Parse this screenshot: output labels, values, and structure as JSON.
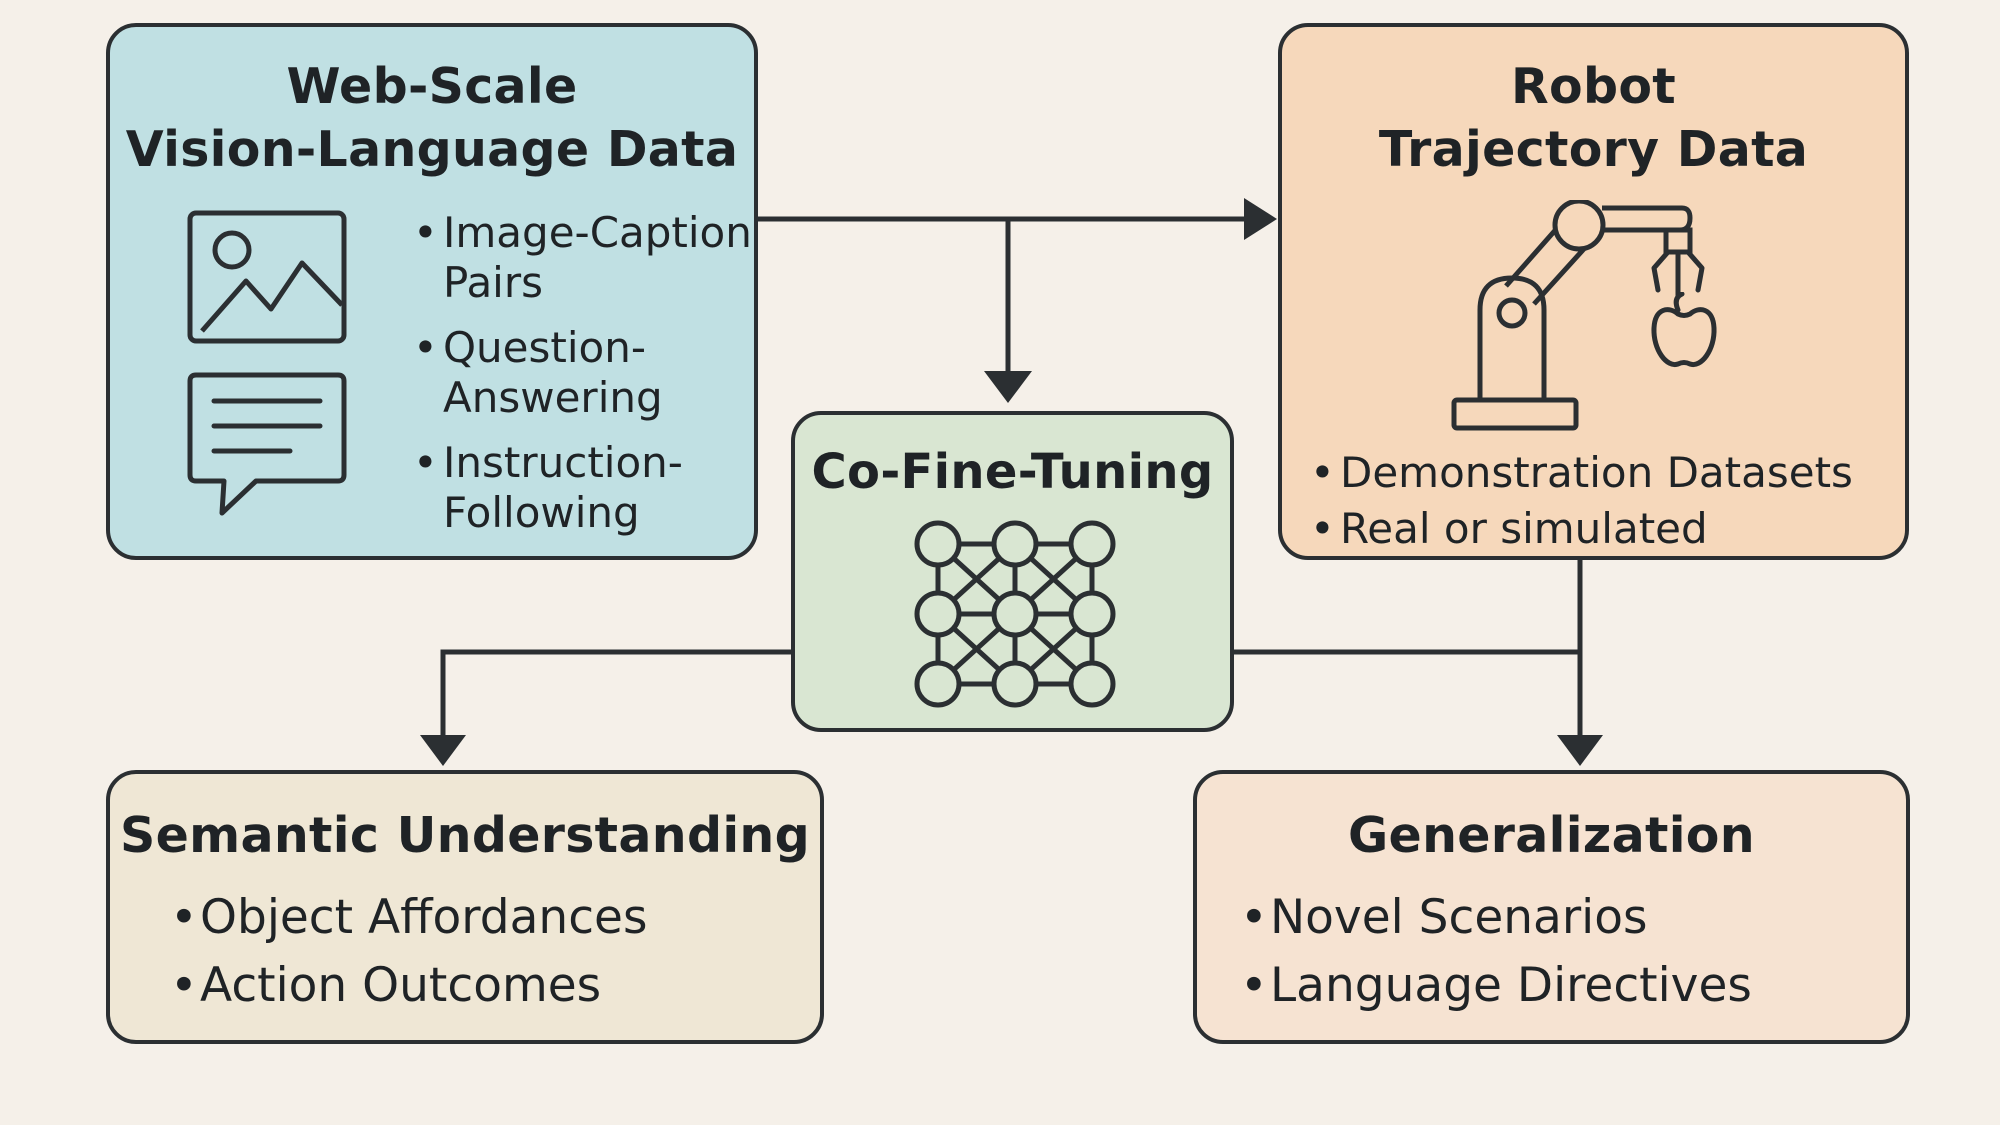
{
  "colors": {
    "background": "#f5f0e9",
    "stroke": "#2b2f32",
    "web_data_fill": "#c0e0e3",
    "robot_data_fill": "#f6d8bb",
    "co_fine_tuning_fill": "#d9e6d2",
    "semantic_fill": "#efe7d5",
    "generalization_fill": "#f6e3d2"
  },
  "web_data": {
    "title_line1": "Web-Scale",
    "title_line2": "Vision-Language Data",
    "items": [
      {
        "line1": "Image-Caption",
        "line2": "Pairs"
      },
      {
        "line1": "Question-",
        "line2": "Answering"
      },
      {
        "line1": "Instruction-",
        "line2": "Following"
      }
    ],
    "icons": [
      "image-icon",
      "chat-bubble-icon"
    ]
  },
  "robot_data": {
    "title_line1": "Robot",
    "title_line2": "Trajectory Data",
    "items": [
      "Demonstration Datasets",
      "Real or simulated"
    ],
    "icons": [
      "robot-arm-icon",
      "apple-icon"
    ]
  },
  "co_fine_tuning": {
    "title": "Co-Fine-Tuning",
    "icons": [
      "neural-network-icon"
    ]
  },
  "semantic": {
    "title": "Semantic Understanding",
    "items": [
      "Object Affordances",
      "Action Outcomes"
    ]
  },
  "generalization": {
    "title": "Generalization",
    "items": [
      "Novel Scenarios",
      "Language Directives"
    ]
  }
}
